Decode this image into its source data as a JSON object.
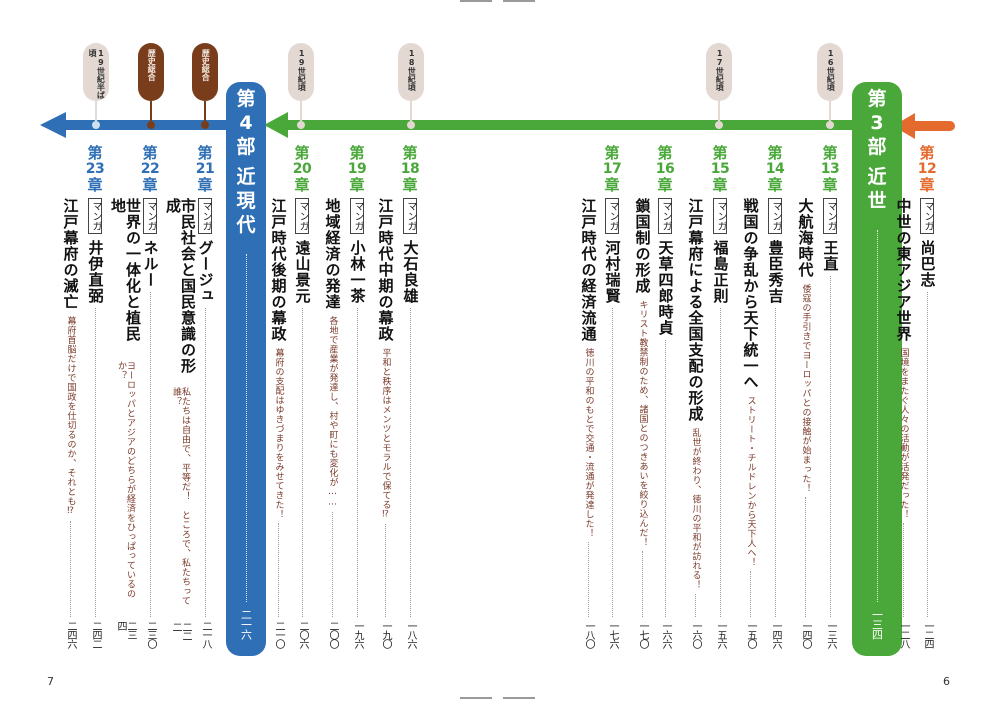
{
  "pages": {
    "left_page_number": "7",
    "right_page_number": "6"
  },
  "colors": {
    "part3_green": "#4aa83a",
    "part4_blue": "#2f6fb5",
    "chapter12_orange": "#e56a2e",
    "subtitle_brown": "#7a3a2a",
    "era_bubble": "#e3d8d2",
    "history_bubble": "#7a3d1b"
  },
  "part3": {
    "title_chars": [
      "第",
      "3",
      "部",
      "近",
      "世"
    ],
    "page": "一三四"
  },
  "part4": {
    "title_chars": [
      "第",
      "4",
      "部",
      "近",
      "現",
      "代"
    ],
    "page": "二一六"
  },
  "timeline_markers": [
    {
      "label": "16世紀頃",
      "type": "era"
    },
    {
      "label": "17世紀頃",
      "type": "era"
    },
    {
      "label": "18世紀頃",
      "type": "era"
    },
    {
      "label": "19世紀頃",
      "type": "era"
    },
    {
      "label": "歴史総合",
      "type": "history"
    },
    {
      "label": "歴史総合",
      "type": "history"
    },
    {
      "label": "19世紀半ば頃",
      "type": "era"
    }
  ],
  "manga_label": "マンガ",
  "chapters": [
    {
      "label": "第",
      "num": "12",
      "suffix": "章",
      "manga_name": "尚巴志",
      "manga_page": "一二四",
      "title": "中世の東アジア世界",
      "subtitle": "国境をまたぐ人々の活動が活発だった！",
      "title_page": "一二八"
    },
    {
      "label": "第",
      "num": "13",
      "suffix": "章",
      "manga_name": "王直",
      "manga_page": "一三六",
      "title": "大航海時代",
      "subtitle": "倭寇の手引きでヨーロッパとの接触が始まった！",
      "title_page": "一四〇"
    },
    {
      "label": "第",
      "num": "14",
      "suffix": "章",
      "manga_name": "豊臣秀吉",
      "manga_page": "一四六",
      "title": "戦国の争乱から天下統一へ",
      "subtitle": "ストリート・チルドレンから天下人へ！",
      "title_page": "一五〇"
    },
    {
      "label": "第",
      "num": "15",
      "suffix": "章",
      "manga_name": "福島正則",
      "manga_page": "一五六",
      "title": "江戸幕府による全国支配の形成",
      "subtitle": "乱世が終わり、徳川の平和が訪れる！",
      "title_page": "一六〇"
    },
    {
      "label": "第",
      "num": "16",
      "suffix": "章",
      "manga_name": "天草四郎時貞",
      "manga_page": "一六六",
      "title": "鎖国制の形成",
      "subtitle": "キリスト教禁制のため、諸国とのつきあいを絞り込んだ！",
      "title_page": "一七〇"
    },
    {
      "label": "第",
      "num": "17",
      "suffix": "章",
      "manga_name": "河村瑞賢",
      "manga_page": "一七六",
      "title": "江戸時代の経済流通",
      "subtitle": "徳川の平和のもとで交通・流通が発達した！",
      "title_page": "一八〇"
    },
    {
      "label": "第",
      "num": "18",
      "suffix": "章",
      "manga_name": "大石良雄",
      "manga_page": "一八六",
      "title": "江戸時代中期の幕政",
      "subtitle": "平和と秩序はメンツとモラルで保てる⁉",
      "title_page": "一九〇"
    },
    {
      "label": "第",
      "num": "19",
      "suffix": "章",
      "manga_name": "小林一茶",
      "manga_page": "一九六",
      "title": "地域経済の発達",
      "subtitle": "各地で産業が発達し、村や町にも変化が……",
      "title_page": "二〇〇"
    },
    {
      "label": "第",
      "num": "20",
      "suffix": "章",
      "manga_name": "遠山景元",
      "manga_page": "二〇六",
      "title": "江戸時代後期の幕政",
      "subtitle": "幕府の支配はゆきづまりをみせてきた！",
      "title_page": "二一〇"
    },
    {
      "label": "第",
      "num": "21",
      "suffix": "章",
      "manga_name": "グージュ",
      "manga_page": "二一八",
      "title": "市民社会と国民意識の形成",
      "subtitle": "私たちは自由で、平等だ！　ところで、私たちって誰？",
      "title_page": "二二二"
    },
    {
      "label": "第",
      "num": "22",
      "suffix": "章",
      "manga_name": "ネルー",
      "manga_page": "二三〇",
      "title": "世界の一体化と植民地",
      "subtitle": "ヨーロッパとアジアのどちらが経済をひっぱっているのか？",
      "title_page": "二三四"
    },
    {
      "label": "第",
      "num": "23",
      "suffix": "章",
      "manga_name": "井伊直弼",
      "manga_page": "二四二",
      "title": "江戸幕府の滅亡",
      "subtitle": "幕府首脳だけで国政を仕切るのか、それとも⁉",
      "title_page": "二四六"
    }
  ]
}
